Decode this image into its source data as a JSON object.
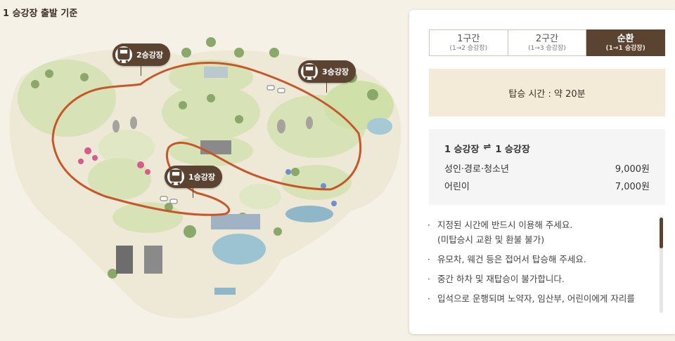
{
  "page": {
    "label": "1 승강장 출발 기준"
  },
  "map": {
    "stations": [
      {
        "id": "s2",
        "label": "2승강장"
      },
      {
        "id": "s3",
        "label": "3승강장"
      },
      {
        "id": "s1",
        "label": "1승강장"
      }
    ],
    "route_color": "#c8562b"
  },
  "tabs": [
    {
      "label": "1구간",
      "sub": "(1→2 승강장)",
      "active": false
    },
    {
      "label": "2구간",
      "sub": "(1→3 승강장)",
      "active": false
    },
    {
      "label": "순환",
      "sub": "(1→1 승강장)",
      "active": true
    }
  ],
  "ride_time": "탑승 시간 : 약 20분",
  "fare": {
    "from": "1 승강장",
    "arrow": "⇌",
    "to": "1 승강장",
    "rows": [
      {
        "label": "성인·경로·청소년",
        "price": "9,000원"
      },
      {
        "label": "어린이",
        "price": "7,000원"
      }
    ]
  },
  "notes": [
    {
      "line1": "지정된 시간에 반드시 이용해 주세요.",
      "line2": "(미탑승시 교환 및 환불 불가)"
    },
    {
      "line1": "유모차, 웨건 등은 접어서 탑승해 주세요.",
      "line2": ""
    },
    {
      "line1": "중간 하차 및 재탑승이 불가합니다.",
      "line2": ""
    },
    {
      "line1": "입석으로 운행되며 노약자, 임산부, 어린이에게 자리를",
      "line2": ""
    }
  ],
  "colors": {
    "brand": "#5b4332",
    "panel_highlight": "#f4ead8"
  }
}
